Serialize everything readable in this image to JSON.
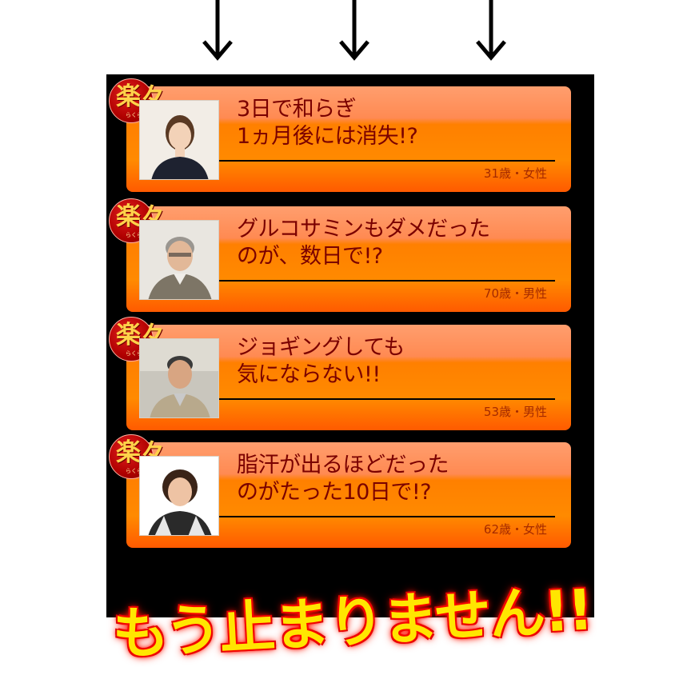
{
  "cards": [
    {
      "badge": "楽々",
      "badge_ruby": "らくらく",
      "headline": "3日で和らぎ\n1ヵ月後には消失!?",
      "person": "31歳・女性",
      "photo_icon": "woman-portrait-icon"
    },
    {
      "badge": "楽々",
      "badge_ruby": "らくらく",
      "headline": "グルコサミンもダメだった\nのが、数日で!?",
      "person": "70歳・男性",
      "photo_icon": "older-man-portrait-icon"
    },
    {
      "badge": "楽々",
      "badge_ruby": "らくらく",
      "headline": "ジョギングしても\n気にならない!!",
      "person": "53歳・男性",
      "photo_icon": "man-portrait-icon"
    },
    {
      "badge": "楽々",
      "badge_ruby": "らくらく",
      "headline": "脂汗が出るほどだった\nのがたった10日で!?",
      "person": "62歳・女性",
      "photo_icon": "older-woman-portrait-icon"
    }
  ],
  "slogan": "もう止まりません!!",
  "colors": {
    "card_orange": "#ff8000",
    "headline_text": "#7a0000",
    "badge_red": "#b00000",
    "slogan_yellow": "#ffe600",
    "panel": "#000000"
  }
}
